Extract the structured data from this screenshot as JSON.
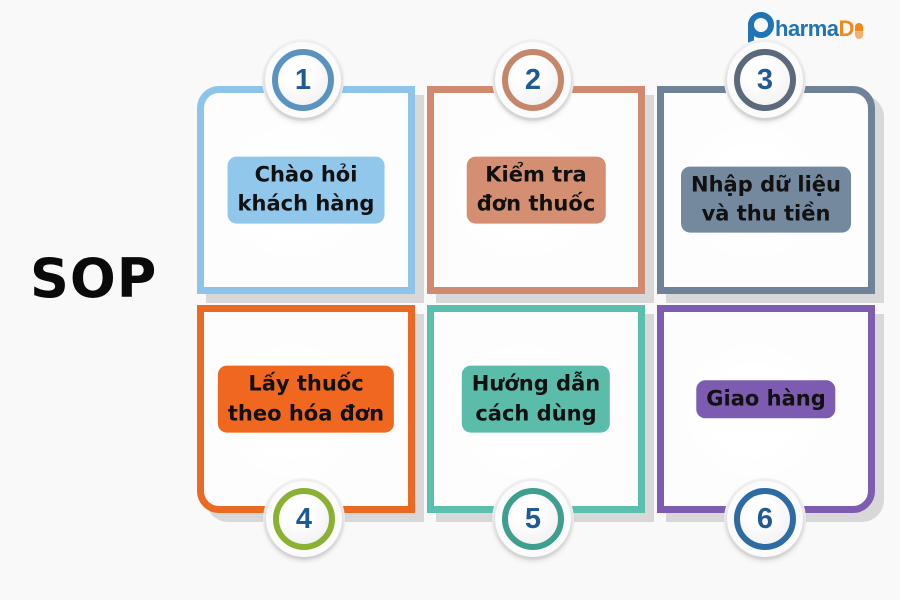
{
  "title": "SOP",
  "logo": {
    "main": "harma",
    "accent": "D",
    "prefix": "P"
  },
  "steps": [
    {
      "number": "1",
      "lines": [
        "Chào hỏi",
        "khách hàng"
      ],
      "color": "#8ec4ea",
      "label_bg": "#92c7ec",
      "ring": "#5b93c0",
      "badge_position": "top"
    },
    {
      "number": "2",
      "lines": [
        "Kiểm tra",
        "đơn thuốc"
      ],
      "color": "#cf8a6f",
      "label_bg": "#d48f72",
      "ring": "#c4876c",
      "badge_position": "top"
    },
    {
      "number": "3",
      "lines": [
        "Nhập dữ liệu",
        "và thu tiền"
      ],
      "color": "#6f8298",
      "label_bg": "#74889e",
      "ring": "#5a6a7c",
      "badge_position": "top"
    },
    {
      "number": "4",
      "lines": [
        "Lấy thuốc",
        "theo hóa đơn"
      ],
      "color": "#ea6a24",
      "label_bg": "#f0681f",
      "ring": "#8bb133",
      "badge_position": "bottom"
    },
    {
      "number": "5",
      "lines": [
        "Hướng dẫn",
        "cách dùng"
      ],
      "color": "#5bbfae",
      "label_bg": "#5bbcaa",
      "ring": "#3f9f8e",
      "badge_position": "bottom"
    },
    {
      "number": "6",
      "lines": [
        "Giao hàng"
      ],
      "color": "#7e5cb0",
      "label_bg": "#7d5bb0",
      "ring": "#2f6ba3",
      "badge_position": "bottom"
    }
  ]
}
